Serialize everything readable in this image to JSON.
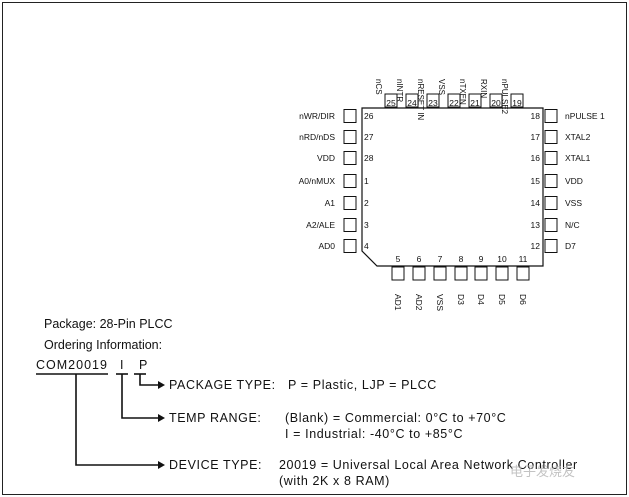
{
  "chip": {
    "left_pins": [
      {
        "name": "nWR/DIR",
        "num": "26"
      },
      {
        "name": "nRD/nDS",
        "num": "27"
      },
      {
        "name": "VDD",
        "num": "28"
      },
      {
        "name": "A0/nMUX",
        "num": "1"
      },
      {
        "name": "A1",
        "num": "2"
      },
      {
        "name": "A2/ALE",
        "num": "3"
      },
      {
        "name": "AD0",
        "num": "4"
      }
    ],
    "right_pins": [
      {
        "name": "nPULSE 1",
        "num": "18"
      },
      {
        "name": "XTAL2",
        "num": "17"
      },
      {
        "name": "XTAL1",
        "num": "16"
      },
      {
        "name": "VDD",
        "num": "15"
      },
      {
        "name": "VSS",
        "num": "14"
      },
      {
        "name": "N/C",
        "num": "13"
      },
      {
        "name": "D7",
        "num": "12"
      }
    ],
    "bottom_pins": [
      {
        "name": "AD1",
        "num": "5"
      },
      {
        "name": "AD2",
        "num": "6"
      },
      {
        "name": "VSS",
        "num": "7"
      },
      {
        "name": "D3",
        "num": "8"
      },
      {
        "name": "D4",
        "num": "9"
      },
      {
        "name": "D5",
        "num": "10"
      },
      {
        "name": "D6",
        "num": "11"
      }
    ],
    "top_pins": [
      {
        "name": "nCS",
        "num": "25"
      },
      {
        "name": "nINTR",
        "num": "24"
      },
      {
        "name": "nRESET IN",
        "num": "23"
      },
      {
        "name": "VSS",
        "num": "22"
      },
      {
        "name": "nTXEN",
        "num": "21"
      },
      {
        "name": "RXIN",
        "num": "20"
      },
      {
        "name": "nPULSE2",
        "num": "19"
      }
    ]
  },
  "package_line": "Package: 28-Pin PLCC",
  "ordering_title": "Ordering Information:",
  "part_code": {
    "device": "COM20019",
    "temp": "I",
    "package": "P"
  },
  "entries": {
    "package": {
      "label": "PACKAGE TYPE:",
      "line1": "P = Plastic, LJP = PLCC"
    },
    "temp": {
      "label": "TEMP RANGE:",
      "line1": "(Blank) = Commercial:  0°C to +70°C",
      "line2": "I = Industrial:  -40°C to +85°C"
    },
    "device": {
      "label": "DEVICE TYPE:",
      "line1": "20019 = Universal Local Area Network Controller",
      "line2": "(with 2K x 8 RAM)"
    }
  },
  "watermark": "电子发烧友"
}
